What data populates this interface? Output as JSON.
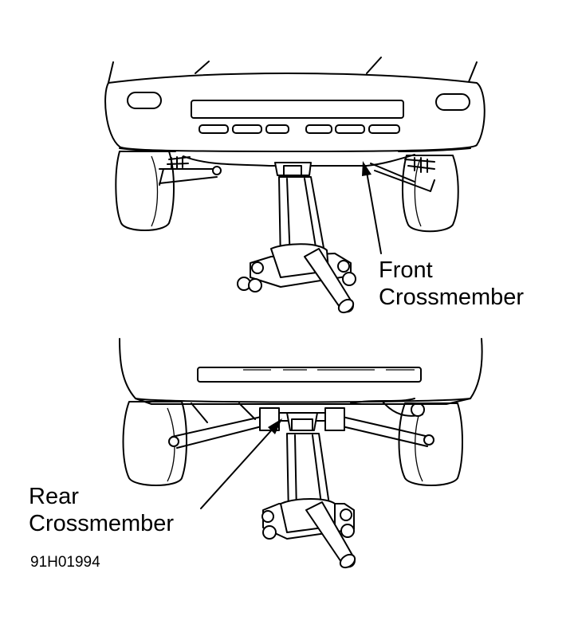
{
  "figure": {
    "front_label_line1": "Front",
    "front_label_line2": "Crossmember",
    "rear_label_line1": "Rear",
    "rear_label_line2": "Crossmember",
    "figure_code": "91H01994"
  },
  "colors": {
    "ink": "#000000",
    "paper": "#ffffff"
  }
}
